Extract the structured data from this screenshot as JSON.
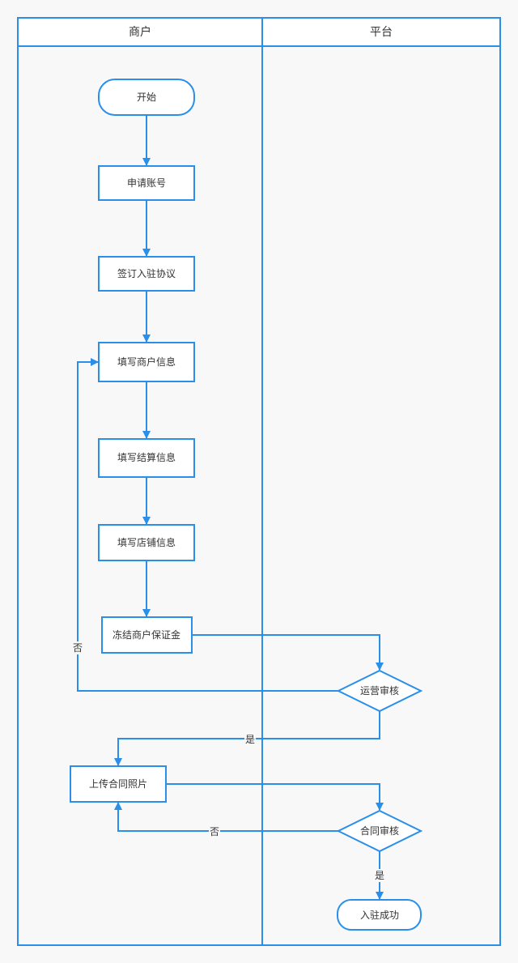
{
  "lanes": [
    {
      "title": "商户"
    },
    {
      "title": "平台"
    }
  ],
  "nodes": {
    "start": "开始",
    "apply_account": "申请账号",
    "sign_agreement": "签订入驻协议",
    "fill_merchant_info": "填写商户信息",
    "fill_settlement_info": "填写结算信息",
    "fill_store_info": "填写店铺信息",
    "freeze_deposit": "冻结商户保证金",
    "ops_review": "运营审核",
    "upload_contract": "上传合同照片",
    "contract_review": "合同审核",
    "success": "入驻成功"
  },
  "edge_labels": {
    "ops_no": "否",
    "ops_yes": "是",
    "contract_no": "否",
    "contract_yes": "是"
  },
  "colors": {
    "stroke": "#2a8fe8",
    "background": "#f8f8f8"
  }
}
